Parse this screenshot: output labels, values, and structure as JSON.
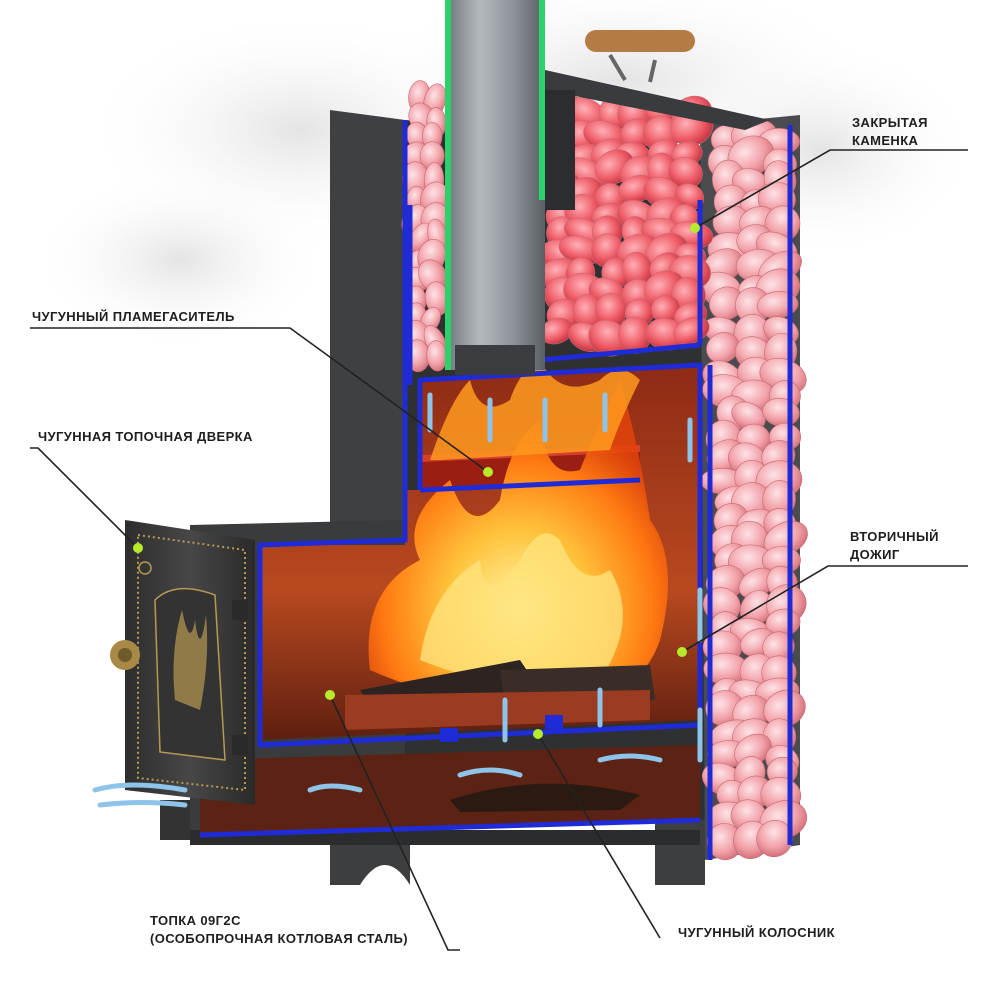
{
  "labels": {
    "closed_heater": [
      "ЗАКРЫТАЯ",
      "КАМЕНКА"
    ],
    "flame_arrester": [
      "ЧУГУННЫЙ ПЛАМЕГАСИТЕЛЬ"
    ],
    "firebox_door": [
      "ЧУГУННАЯ ТОПОЧНАЯ ДВЕРКА"
    ],
    "secondary_burn": [
      "ВТОРИЧНЫЙ",
      "ДОЖИГ"
    ],
    "firebox_steel": [
      "ТОПКА 09Г2С",
      "(ОСОБОПРОЧНАЯ КОТЛОВАЯ СТАЛЬ)"
    ],
    "grate": [
      "ЧУГУННЫЙ КОЛОСНИК"
    ]
  },
  "colors": {
    "steel": "#3b3c3e",
    "steel_light": "#5a5c5f",
    "insulation": "#1f2bd6",
    "stones": "#f08a92",
    "stones_hot": "#e8454f",
    "fire": "#ff8a1c",
    "firebox": "#a8391f",
    "pipe": "#8e949a",
    "door": "#3a3a3a",
    "door_ornament": "#b59a52",
    "marker": "#b8ea2c",
    "leader": "#222222",
    "air": "#8fc4ea"
  }
}
